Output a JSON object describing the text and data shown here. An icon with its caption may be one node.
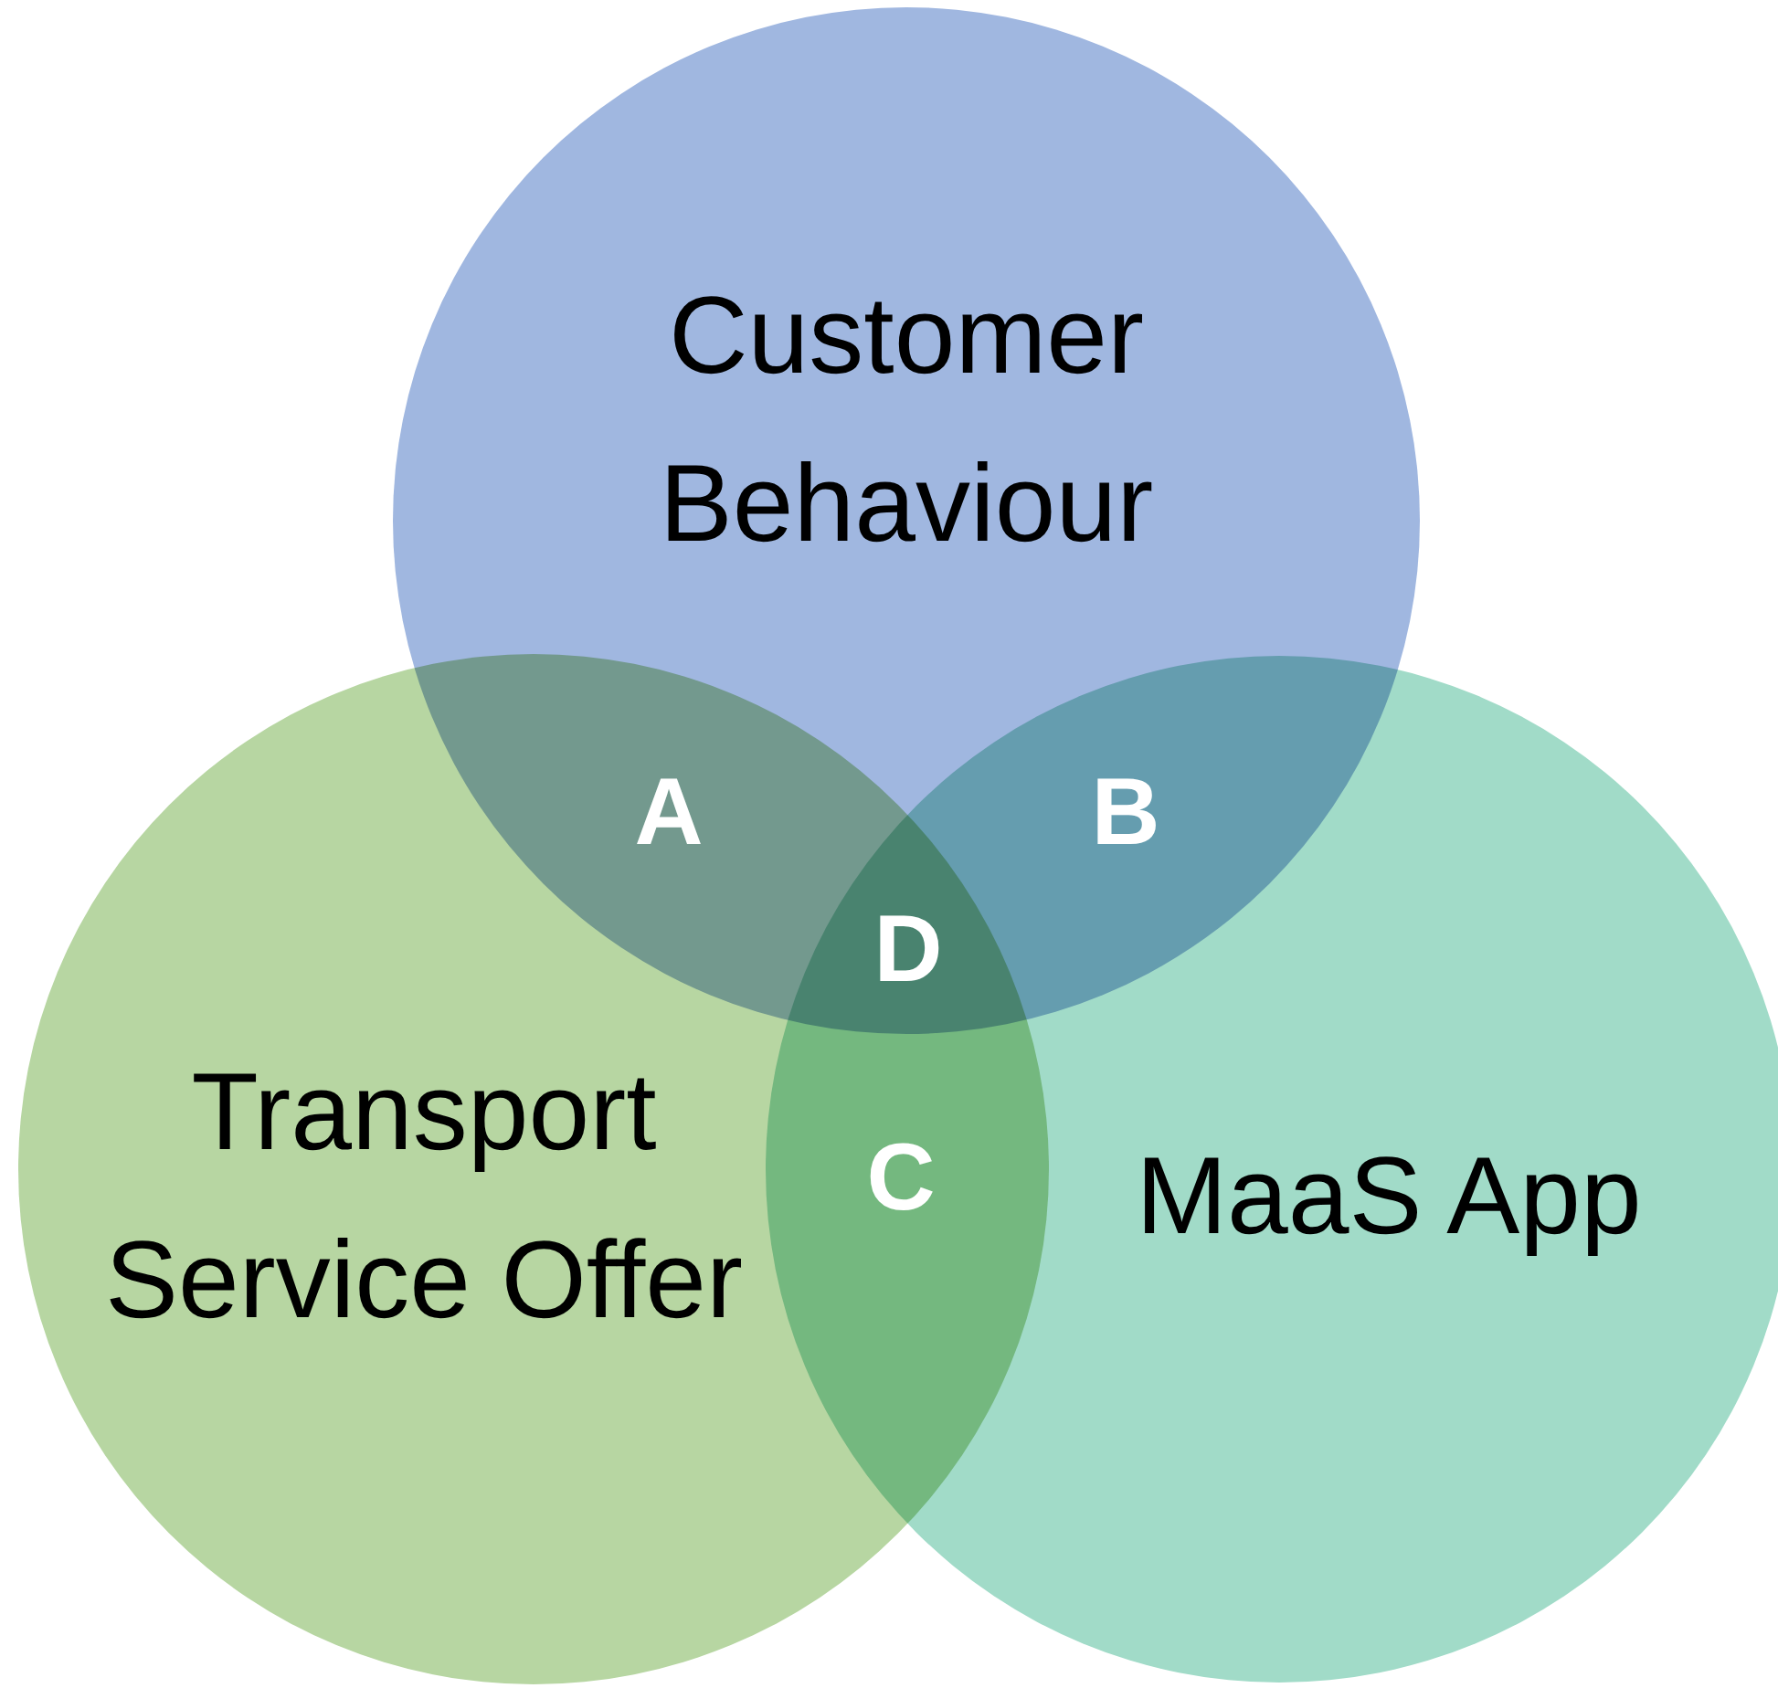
{
  "diagram": {
    "nodes": [
      {
        "text": [
          "Customer Behaviour"
        ]
      },
      {
        "text": [
          "Transport Service Offer"
        ]
      },
      {
        "text": [
          "MaaS App"
        ]
      }
    ],
    "labels": [
      "A",
      "B",
      "D",
      "C"
    ]
  }
}
